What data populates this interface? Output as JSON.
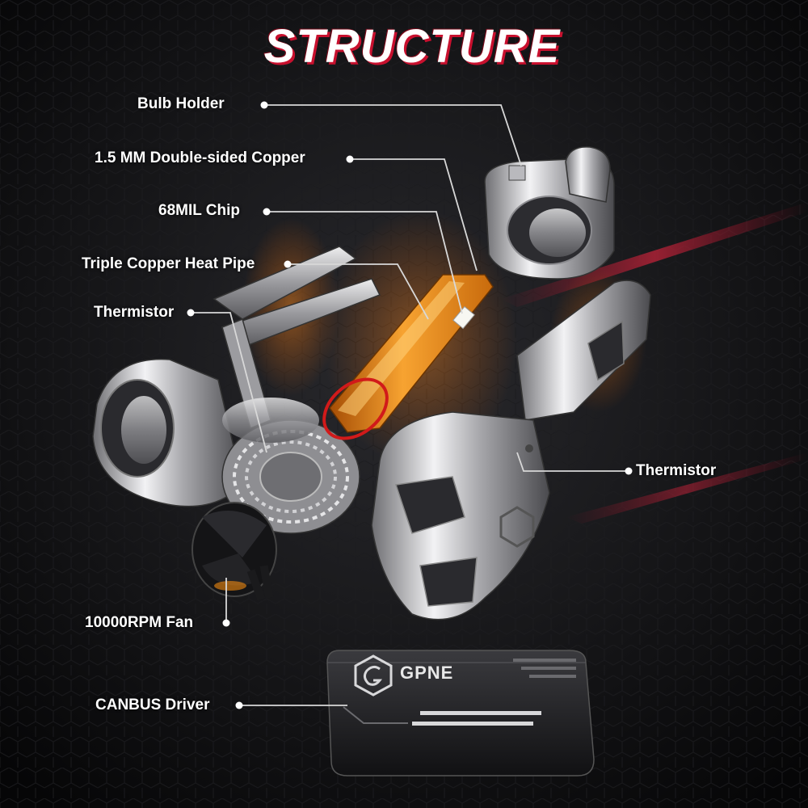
{
  "title": "STRUCTURE",
  "labels": {
    "bulb_holder": "Bulb Holder",
    "copper_board": "1.5 MM Double-sided Copper",
    "chip": "68MIL Chip",
    "heat_pipe": "Triple Copper Heat Pipe",
    "thermistor_left": "Thermistor",
    "thermistor_right": "Thermistor",
    "fan": "10000RPM Fan",
    "driver": "CANBUS Driver"
  },
  "brand": "GPNE",
  "colors": {
    "background": "#0a0a0b",
    "accent_red": "#c8102e",
    "heat_pipe_orange": "#f28a10",
    "metal": "#c9c9cc",
    "leader_line": "#d8d8d8"
  }
}
